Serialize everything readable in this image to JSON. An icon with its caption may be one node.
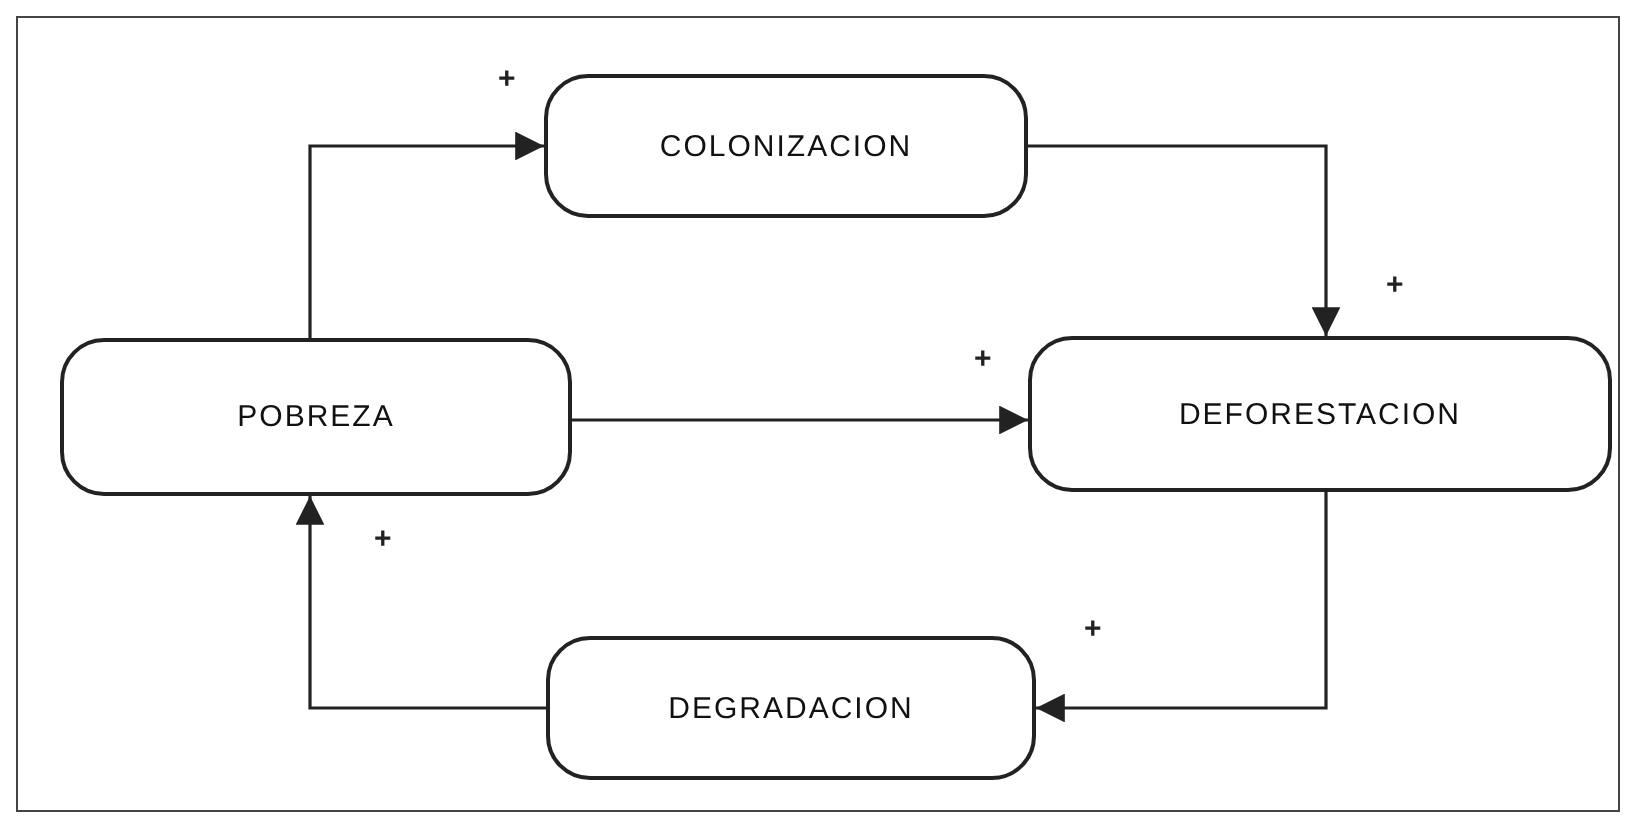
{
  "diagram": {
    "nodes": [
      {
        "text": [
          "COLONIZACION"
        ]
      },
      {
        "text": [
          "POBREZA"
        ]
      },
      {
        "text": [
          "DEFORESTACION"
        ]
      },
      {
        "text": [
          "DEGRADACION"
        ]
      }
    ],
    "edges": [
      {
        "from": 1,
        "to": 0,
        "arrow": "to",
        "label": "+"
      },
      {
        "from": 0,
        "to": 2,
        "arrow": "to",
        "label": "+"
      },
      {
        "from": 1,
        "to": 2,
        "arrow": "to",
        "label": "+"
      },
      {
        "from": 2,
        "to": 3,
        "arrow": "to",
        "label": "+"
      },
      {
        "from": 3,
        "to": 1,
        "arrow": "to",
        "label": "+"
      }
    ]
  }
}
